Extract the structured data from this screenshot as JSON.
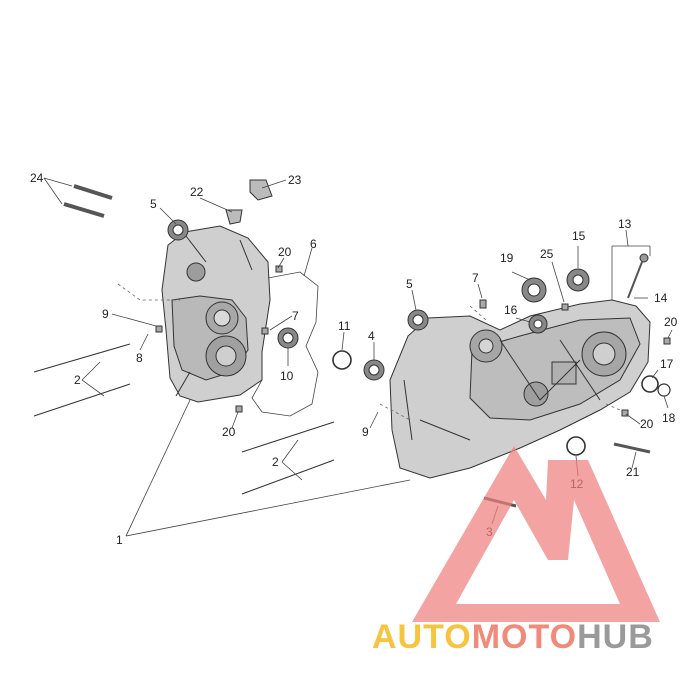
{
  "diagram": {
    "callouts": [
      {
        "id": "c24",
        "label": "24"
      },
      {
        "id": "c22",
        "label": "22"
      },
      {
        "id": "c23",
        "label": "23"
      },
      {
        "id": "c5a",
        "label": "5"
      },
      {
        "id": "c20a",
        "label": "20"
      },
      {
        "id": "c6",
        "label": "6"
      },
      {
        "id": "c9a",
        "label": "9"
      },
      {
        "id": "c8",
        "label": "8"
      },
      {
        "id": "c7a",
        "label": "7"
      },
      {
        "id": "c10",
        "label": "10"
      },
      {
        "id": "c11",
        "label": "11"
      },
      {
        "id": "c4",
        "label": "4"
      },
      {
        "id": "c2a",
        "label": "2"
      },
      {
        "id": "c20b",
        "label": "20"
      },
      {
        "id": "c2b",
        "label": "2"
      },
      {
        "id": "c9b",
        "label": "9"
      },
      {
        "id": "c1",
        "label": "1"
      },
      {
        "id": "c5b",
        "label": "5"
      },
      {
        "id": "c7b",
        "label": "7"
      },
      {
        "id": "c19",
        "label": "19"
      },
      {
        "id": "c25",
        "label": "25"
      },
      {
        "id": "c15",
        "label": "15"
      },
      {
        "id": "c16",
        "label": "16"
      },
      {
        "id": "c13",
        "label": "13"
      },
      {
        "id": "c14",
        "label": "14"
      },
      {
        "id": "c20c",
        "label": "20"
      },
      {
        "id": "c17",
        "label": "17"
      },
      {
        "id": "c18",
        "label": "18"
      },
      {
        "id": "c20d",
        "label": "20"
      },
      {
        "id": "c12",
        "label": "12"
      },
      {
        "id": "c21",
        "label": "21"
      },
      {
        "id": "c3",
        "label": "3"
      }
    ]
  },
  "watermark": {
    "brand_part1": "AUTO",
    "brand_part2": "MOTO",
    "brand_part3": "HUB",
    "colors": {
      "logo": "#f08080",
      "part1": "#f5c542",
      "part2": "#f08a7a",
      "part3": "#9a9a9a"
    }
  }
}
